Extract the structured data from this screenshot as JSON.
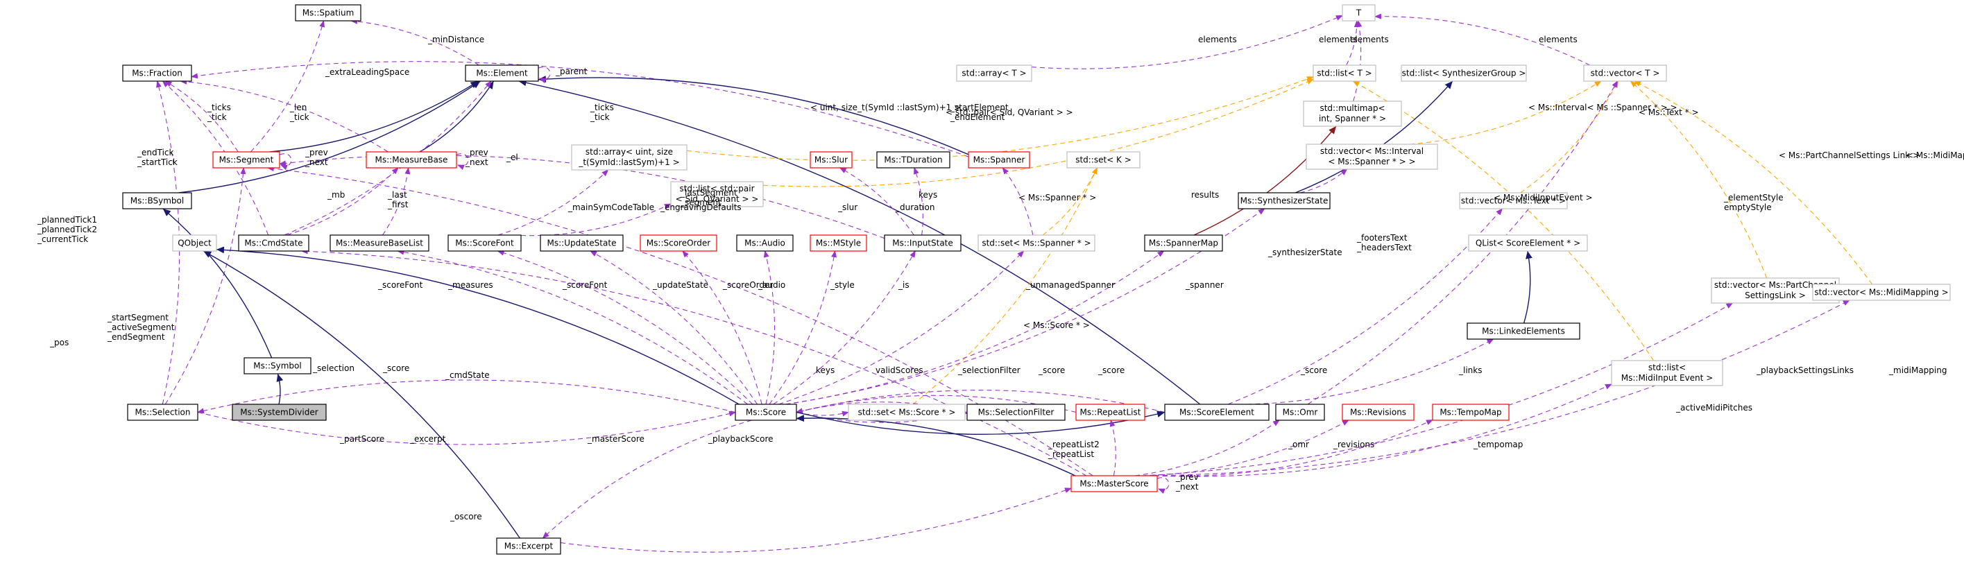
{
  "colors": {
    "node_border": "#000000",
    "node_border_red": "#ff0000",
    "node_border_gray": "#bfbfbf",
    "node_fill": "#ffffff",
    "highlight_fill": "#bfbfbf",
    "usage_edge": "#9a32cd",
    "template_edge": "#ffa500",
    "inherit_edge": "#191970",
    "container_edge": "#8b1a1a"
  },
  "nodes": [
    {
      "id": "spatium",
      "label": "Ms::Spatium"
    },
    {
      "id": "element",
      "label": "Ms::Element"
    },
    {
      "id": "T",
      "label": "T"
    },
    {
      "id": "fraction",
      "label": "Ms::Fraction"
    },
    {
      "id": "stdarrayT",
      "label": "std::array< T >"
    },
    {
      "id": "stdlistT",
      "label": "std::list< T >"
    },
    {
      "id": "stdlistSynth",
      "label": "std::list< SynthesizerGroup >"
    },
    {
      "id": "stdvectorT",
      "label": "std::vector< T >"
    },
    {
      "id": "segment",
      "label": "Ms::Segment"
    },
    {
      "id": "measurebase",
      "label": "Ms::MeasureBase"
    },
    {
      "id": "multimap",
      "label": "std::multimap< int, Spanner * >"
    },
    {
      "id": "spanner",
      "label": "Ms::Spanner"
    },
    {
      "id": "stdarrayUint",
      "label": "std::array< uint, size _t(SymId::lastSym)+1 >"
    },
    {
      "id": "stdlistPair",
      "label": "std::list< std::pair < Sid, QVariant > >"
    },
    {
      "id": "slur",
      "label": "Ms::Slur"
    },
    {
      "id": "tduration",
      "label": "Ms::TDuration"
    },
    {
      "id": "stdsetK",
      "label": "std::set< K >"
    },
    {
      "id": "stdvectorInterval",
      "label": "std::vector< Ms::Interval < Ms::Spanner * > >"
    },
    {
      "id": "bsymbol",
      "label": "Ms::BSymbol"
    },
    {
      "id": "synthstate",
      "label": "Ms::SynthesizerState"
    },
    {
      "id": "stdvectorText",
      "label": "std::vector< Ms::Text * >"
    },
    {
      "id": "qobject",
      "label": "QObject"
    },
    {
      "id": "cmdstate",
      "label": "Ms::CmdState"
    },
    {
      "id": "measurebaselist",
      "label": "Ms::MeasureBaseList"
    },
    {
      "id": "scorefont",
      "label": "Ms::ScoreFont"
    },
    {
      "id": "updatestate",
      "label": "Ms::UpdateState"
    },
    {
      "id": "scoreorder",
      "label": "Ms::ScoreOrder"
    },
    {
      "id": "audio",
      "label": "Ms::Audio"
    },
    {
      "id": "mstyle",
      "label": "Ms::MStyle"
    },
    {
      "id": "inputstate",
      "label": "Ms::InputState"
    },
    {
      "id": "stdsetSpanner",
      "label": "std::set< Ms::Spanner * >"
    },
    {
      "id": "spannermap",
      "label": "Ms::SpannerMap"
    },
    {
      "id": "qlist",
      "label": "QList< ScoreElement * >"
    },
    {
      "id": "stdvectorPCSL",
      "label": "std::vector< Ms::PartChannel SettingsLink >"
    },
    {
      "id": "stdvectorMidi",
      "label": "std::vector< Ms::MidiMapping >"
    },
    {
      "id": "symbol",
      "label": "Ms::Symbol"
    },
    {
      "id": "score",
      "label": "Ms::Score"
    },
    {
      "id": "linkedelements",
      "label": "Ms::LinkedElements"
    },
    {
      "id": "stdlistMidiInput",
      "label": "std::list< Ms::MidiInput Event >"
    },
    {
      "id": "selection",
      "label": "Ms::Selection"
    },
    {
      "id": "systemdivider",
      "label": "Ms::SystemDivider"
    },
    {
      "id": "stdsetScore",
      "label": "std::set< Ms::Score * >"
    },
    {
      "id": "selectionfilter",
      "label": "Ms::SelectionFilter"
    },
    {
      "id": "repeatlist",
      "label": "Ms::RepeatList"
    },
    {
      "id": "scoreelement",
      "label": "Ms::ScoreElement"
    },
    {
      "id": "omr",
      "label": "Ms::Omr"
    },
    {
      "id": "revisions",
      "label": "Ms::Revisions"
    },
    {
      "id": "tempomap",
      "label": "Ms::TempoMap"
    },
    {
      "id": "masterscore",
      "label": "Ms::MasterScore"
    },
    {
      "id": "excerpt",
      "label": "Ms::Excerpt"
    }
  ],
  "edge_labels": [
    {
      "id": "minDistance",
      "text": "_minDistance"
    },
    {
      "id": "extraLeadingSpace",
      "text": "_extraLeadingSpace"
    },
    {
      "id": "parent",
      "text": "_parent"
    },
    {
      "id": "elements1",
      "text": "elements"
    },
    {
      "id": "elements2",
      "text": "elements"
    },
    {
      "id": "elements3",
      "text": "elements"
    },
    {
      "id": "elements4",
      "text": "elements"
    },
    {
      "id": "ticks_tick_seg",
      "text": "_ticks\n_tick"
    },
    {
      "id": "len_tick",
      "text": "_len\n_tick"
    },
    {
      "id": "uint_size",
      "text": "< uint, size_t(SymId ::lastSym)+1 >"
    },
    {
      "id": "pair_sid",
      "text": "< std::pair< Sid, QVariant > >"
    },
    {
      "id": "ticks_tick_sp",
      "text": "_ticks\n_tick"
    },
    {
      "id": "startEnd",
      "text": "_startElement\n_endElement"
    },
    {
      "id": "interval_text",
      "text": "< Ms::Interval< Ms ::Spanner * > >"
    },
    {
      "id": "text_star",
      "text": "< Ms::Text * >"
    },
    {
      "id": "pcsl",
      "text": "< Ms::PartChannelSettings Link >"
    },
    {
      "id": "midimapping",
      "text": "< Ms::MidiMapping >"
    },
    {
      "id": "prevnext_seg",
      "text": "_prev\n_next"
    },
    {
      "id": "prevnext_mb",
      "text": "_prev\n_next"
    },
    {
      "id": "endTick",
      "text": "_endTick\n_startTick"
    },
    {
      "id": "el",
      "text": "_el"
    },
    {
      "id": "lastfirst",
      "text": "_last\n_first"
    },
    {
      "id": "mb",
      "text": "_mb"
    },
    {
      "id": "lastSegment",
      "text": "_lastSegment\n_segment"
    },
    {
      "id": "keys1",
      "text": "keys"
    },
    {
      "id": "spanner_star",
      "text": "< Ms::Spanner * >"
    },
    {
      "id": "results",
      "text": "results"
    },
    {
      "id": "midiInputEvent",
      "text": "< Ms::MidiInputEvent >"
    },
    {
      "id": "elementStyle",
      "text": "_elementStyle\nemptyStyle"
    },
    {
      "id": "mainSymCodeTable",
      "text": "_mainSymCodeTable"
    },
    {
      "id": "engravingDefaults",
      "text": "_engravingDefaults"
    },
    {
      "id": "slur_e",
      "text": "_slur"
    },
    {
      "id": "duration",
      "text": "_duration"
    },
    {
      "id": "plannedTick",
      "text": "_plannedTick1\n_plannedTick2\n_currentTick"
    },
    {
      "id": "synthesizerState",
      "text": "_synthesizerState"
    },
    {
      "id": "footersText",
      "text": "_footersText\n_headersText"
    },
    {
      "id": "scoreFont1",
      "text": "_scoreFont"
    },
    {
      "id": "measures",
      "text": "_measures"
    },
    {
      "id": "scoreFont2",
      "text": "_scoreFont"
    },
    {
      "id": "updateState",
      "text": "_updateState"
    },
    {
      "id": "scoreOrder",
      "text": "_scoreOrder"
    },
    {
      "id": "audio_e",
      "text": "_audio"
    },
    {
      "id": "style_e",
      "text": "_style"
    },
    {
      "id": "is_e",
      "text": "_is"
    },
    {
      "id": "unmanagedSpanner",
      "text": "_unmanagedSpanner"
    },
    {
      "id": "score_star",
      "text": "< Ms::Score * >"
    },
    {
      "id": "spanner_e",
      "text": "_spanner"
    },
    {
      "id": "startSegment",
      "text": "_startSegment\n_activeSegment\n_endSegment"
    },
    {
      "id": "pos",
      "text": "_pos"
    },
    {
      "id": "cmdState",
      "text": "_cmdState"
    },
    {
      "id": "selection_e",
      "text": "_selection"
    },
    {
      "id": "score_sel",
      "text": "_score"
    },
    {
      "id": "keys2",
      "text": "keys"
    },
    {
      "id": "validScores",
      "text": "validScores"
    },
    {
      "id": "selectionFilter",
      "text": "_selectionFilter"
    },
    {
      "id": "score_sf",
      "text": "_score"
    },
    {
      "id": "score_rl",
      "text": "_score"
    },
    {
      "id": "score_se",
      "text": "_score"
    },
    {
      "id": "links",
      "text": "_links"
    },
    {
      "id": "playbackSettingsLinks",
      "text": "_playbackSettingsLinks"
    },
    {
      "id": "midiMapping_e",
      "text": "_midiMapping"
    },
    {
      "id": "activeMidiPitches",
      "text": "_activeMidiPitches"
    },
    {
      "id": "partScore",
      "text": "_partScore"
    },
    {
      "id": "excerpt_e",
      "text": "_excerpt"
    },
    {
      "id": "masterScore",
      "text": "_masterScore"
    },
    {
      "id": "playbackScore",
      "text": "_playbackScore"
    },
    {
      "id": "repeatList",
      "text": "_repeatList2\n_repeatList"
    },
    {
      "id": "omr_e",
      "text": "_omr"
    },
    {
      "id": "revisions_e",
      "text": "_revisions"
    },
    {
      "id": "tempomap_e",
      "text": "_tempomap"
    },
    {
      "id": "prevnext_ms",
      "text": "_prev\n_next"
    },
    {
      "id": "oscore",
      "text": "_oscore"
    }
  ]
}
